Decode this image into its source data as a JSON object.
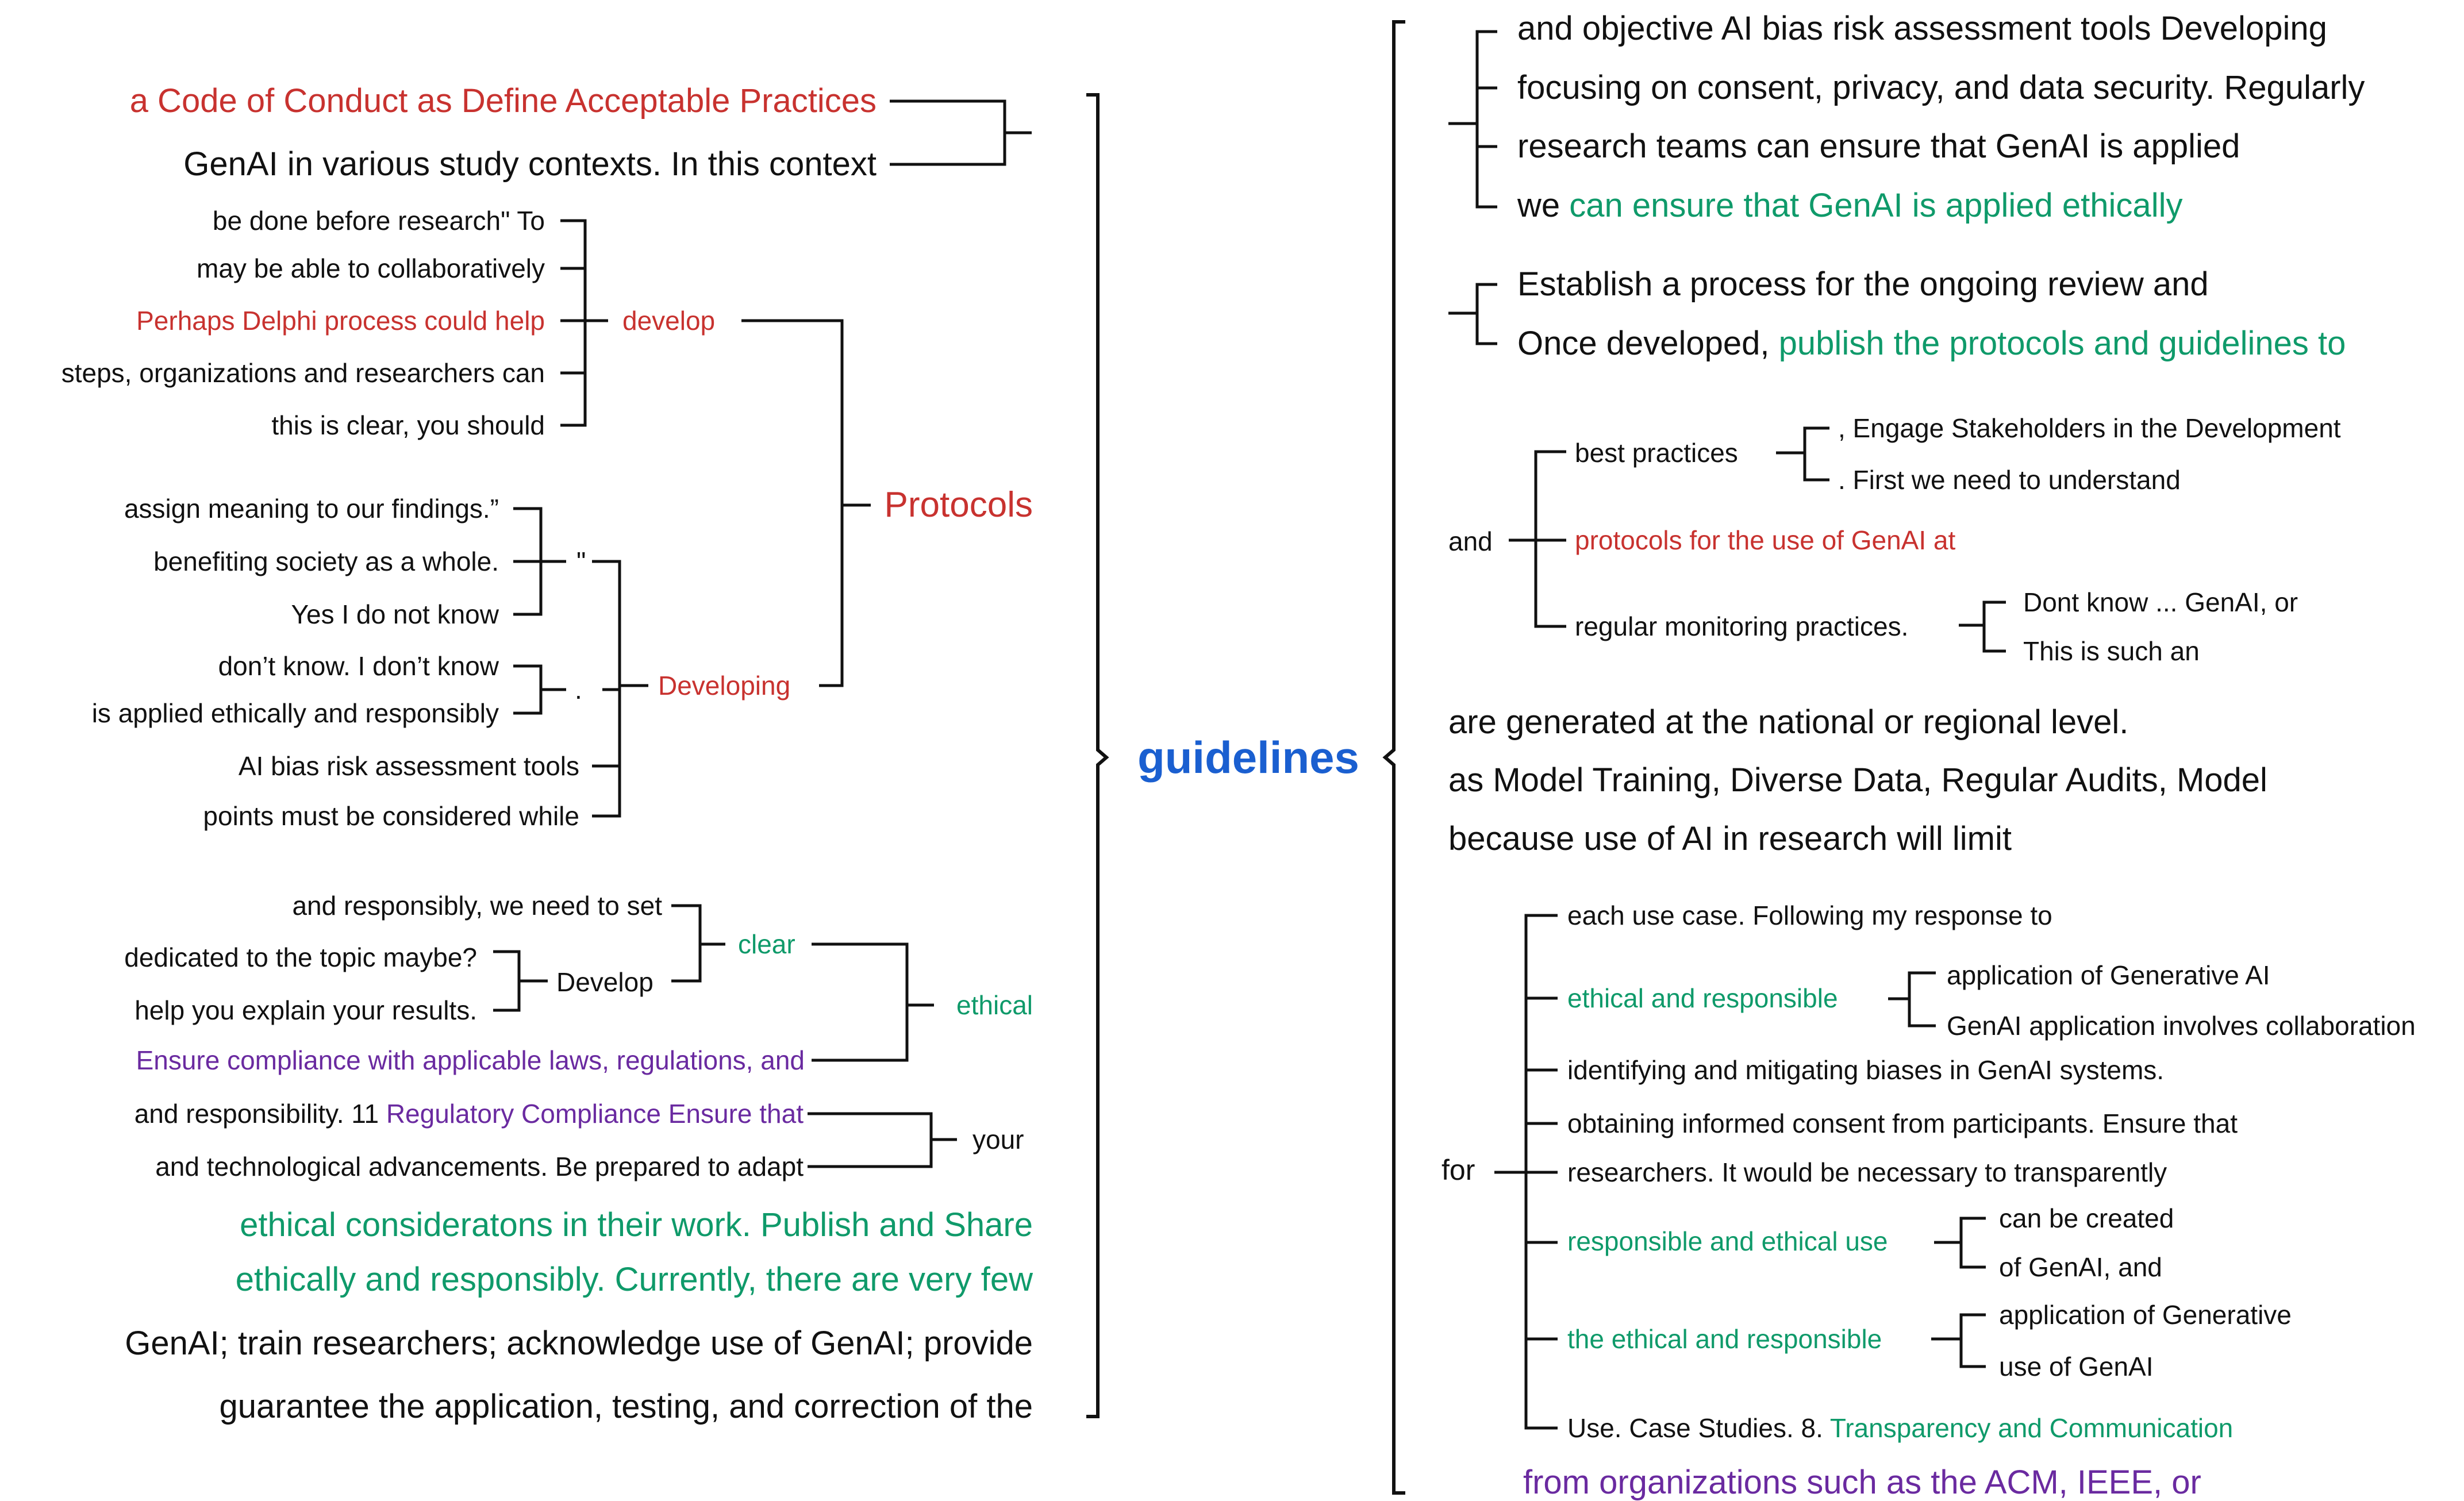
{
  "colors": {
    "text": "#111111",
    "red": "#c8322f",
    "green": "#0f9a6a",
    "purple": "#6a2aa0",
    "blue": "#1a5fd0"
  },
  "root": {
    "label": "guidelines"
  },
  "left": {
    "code_of_conduct": {
      "line1": "a Code of Conduct as Define Acceptable Practices",
      "line2": "GenAI in various study contexts. In this context"
    },
    "protocols": {
      "label": "Protocols",
      "develop": {
        "label": "develop",
        "items": [
          "be done before research\" To",
          "may be able to collaboratively",
          "Perhaps Delphi process could help",
          "steps, organizations and researchers can",
          "this is clear, you should"
        ]
      },
      "developing": {
        "label": "Developing",
        "quote_mark": "\"",
        "group_quote": [
          "assign meaning to our findings.”",
          "benefiting society as a whole.",
          "Yes I do not know"
        ],
        "dot_mark": ".",
        "group_dot": [
          "don’t know. I don’t know",
          "is applied ethically and responsibly"
        ],
        "items": [
          "AI bias risk assessment tools",
          "points must be considered while"
        ]
      }
    },
    "ethical": {
      "label": "ethical",
      "clear": {
        "label": "clear",
        "item": "and responsibly, we need to set",
        "develop": {
          "label": "Develop",
          "items": [
            "dedicated to the topic maybe?",
            "help you explain your results."
          ]
        }
      },
      "compliance": "Ensure compliance with applicable laws, regulations, and"
    },
    "your": {
      "label": "your",
      "line1_black": "and responsibility. 11 ",
      "line1_purple": "Regulatory Compliance Ensure that",
      "line2": "and technological advancements. Be prepared to adapt"
    },
    "bottom": {
      "green1": "ethical consideratons in their work. Publish and Share",
      "green2": "ethically and responsibly. Currently, there are very few",
      "black1": "GenAI; train researchers; acknowledge use of GenAI; provide",
      "black2": "guarantee the application, testing, and correction of the"
    }
  },
  "right": {
    "group1": {
      "line1": "and objective AI bias risk assessment tools Developing",
      "line2": "focusing on consent, privacy, and data security. Regularly",
      "line3": "research teams can ensure that GenAI is applied",
      "line4_black": "we ",
      "line4_green": "can ensure that GenAI is applied ethically"
    },
    "group2": {
      "line1": "Establish a process for the ongoing review and",
      "line2_black": "Once developed, ",
      "line2_green": "publish the protocols and guidelines to"
    },
    "and_group": {
      "label": "and",
      "best_practices": {
        "label": "best practices",
        "items": [
          ", Engage Stakeholders in the Development",
          ". First we need to understand"
        ]
      },
      "protocols": "protocols for the use of GenAI at",
      "monitoring": {
        "label": "regular monitoring practices.",
        "items": [
          "Dont know ... GenAI, or",
          "This is such an"
        ]
      }
    },
    "plain": [
      "are generated at the national or regional level.",
      "as Model Training, Diverse Data, Regular Audits, Model",
      "because use of AI in research will limit"
    ],
    "for_group": {
      "label": "for",
      "item1": "each use case. Following my response to",
      "ethical_responsible": {
        "label": "ethical and responsible",
        "items": [
          "application of Generative AI",
          "GenAI application involves collaboration"
        ]
      },
      "item3": "identifying and mitigating biases in GenAI systems.",
      "item4": "obtaining informed consent from participants. Ensure that",
      "item5": "researchers. It would be necessary to transparently",
      "responsible_ethical_use": {
        "label": "responsible and ethical use",
        "items": [
          "can be created",
          "of GenAI, and"
        ]
      },
      "the_ethical_responsible": {
        "label": "the ethical and responsible",
        "items": [
          "application of Generative",
          "use of GenAI"
        ]
      },
      "last_black": "Use. Case Studies. 8. ",
      "last_green": "Transparency and Communication"
    },
    "footer": "from organizations such as the ACM, IEEE, or"
  }
}
